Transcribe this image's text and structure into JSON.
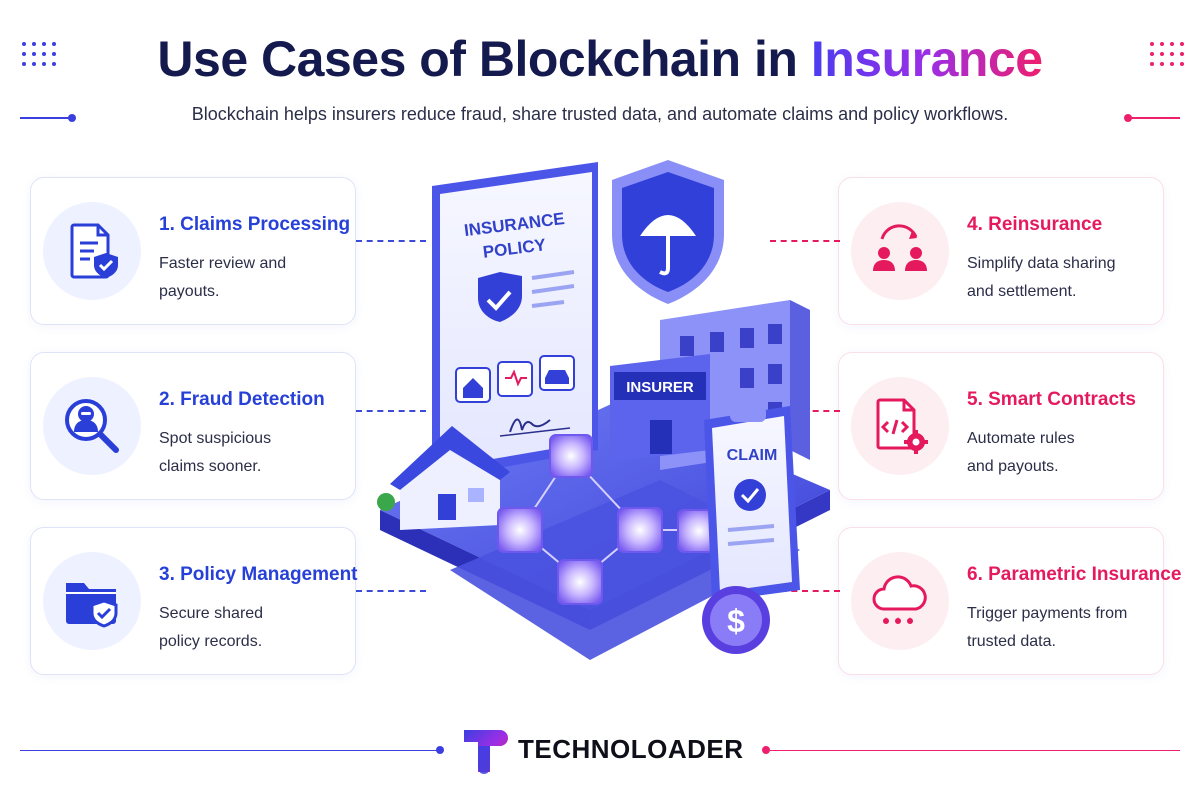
{
  "header": {
    "title_main": "Use Cases of Blockchain in",
    "title_accent": "Insurance",
    "subtitle": "Blockchain helps insurers reduce fraud, share trusted data, and automate claims and policy workflows."
  },
  "colors": {
    "navy": "#151a4e",
    "blue": "#2740d8",
    "pink": "#e51a5e",
    "purple": "#9b2ee6"
  },
  "left_cards": [
    {
      "title": "1. Claims Processing",
      "line1": "Faster review and",
      "line2": "payouts.",
      "icon": "document-shield-icon"
    },
    {
      "title": "2. Fraud Detection",
      "line1": "Spot suspicious",
      "line2": "claims sooner.",
      "icon": "magnifier-hooded-person-icon"
    },
    {
      "title": "3. Policy Management",
      "line1": "Secure shared",
      "line2": "policy records.",
      "icon": "folder-shield-icon"
    }
  ],
  "right_cards": [
    {
      "title": "4. Reinsurance",
      "line1": "Simplify data sharing",
      "line2": "and settlement.",
      "icon": "people-exchange-icon"
    },
    {
      "title": "5. Smart Contracts",
      "line1": "Automate rules",
      "line2": "and payouts.",
      "icon": "code-document-gear-icon"
    },
    {
      "title": "6. Parametric Insurance",
      "line1": "Trigger payments from",
      "line2": "trusted data.",
      "icon": "rain-cloud-icon"
    }
  ],
  "illustration": {
    "policy_line1": "INSURANCE",
    "policy_line2": "POLICY",
    "building_sign": "INSURER",
    "claim_label": "CLAIM",
    "coin_symbol": "$"
  },
  "footer": {
    "brand": "TECHNOLOADER"
  }
}
